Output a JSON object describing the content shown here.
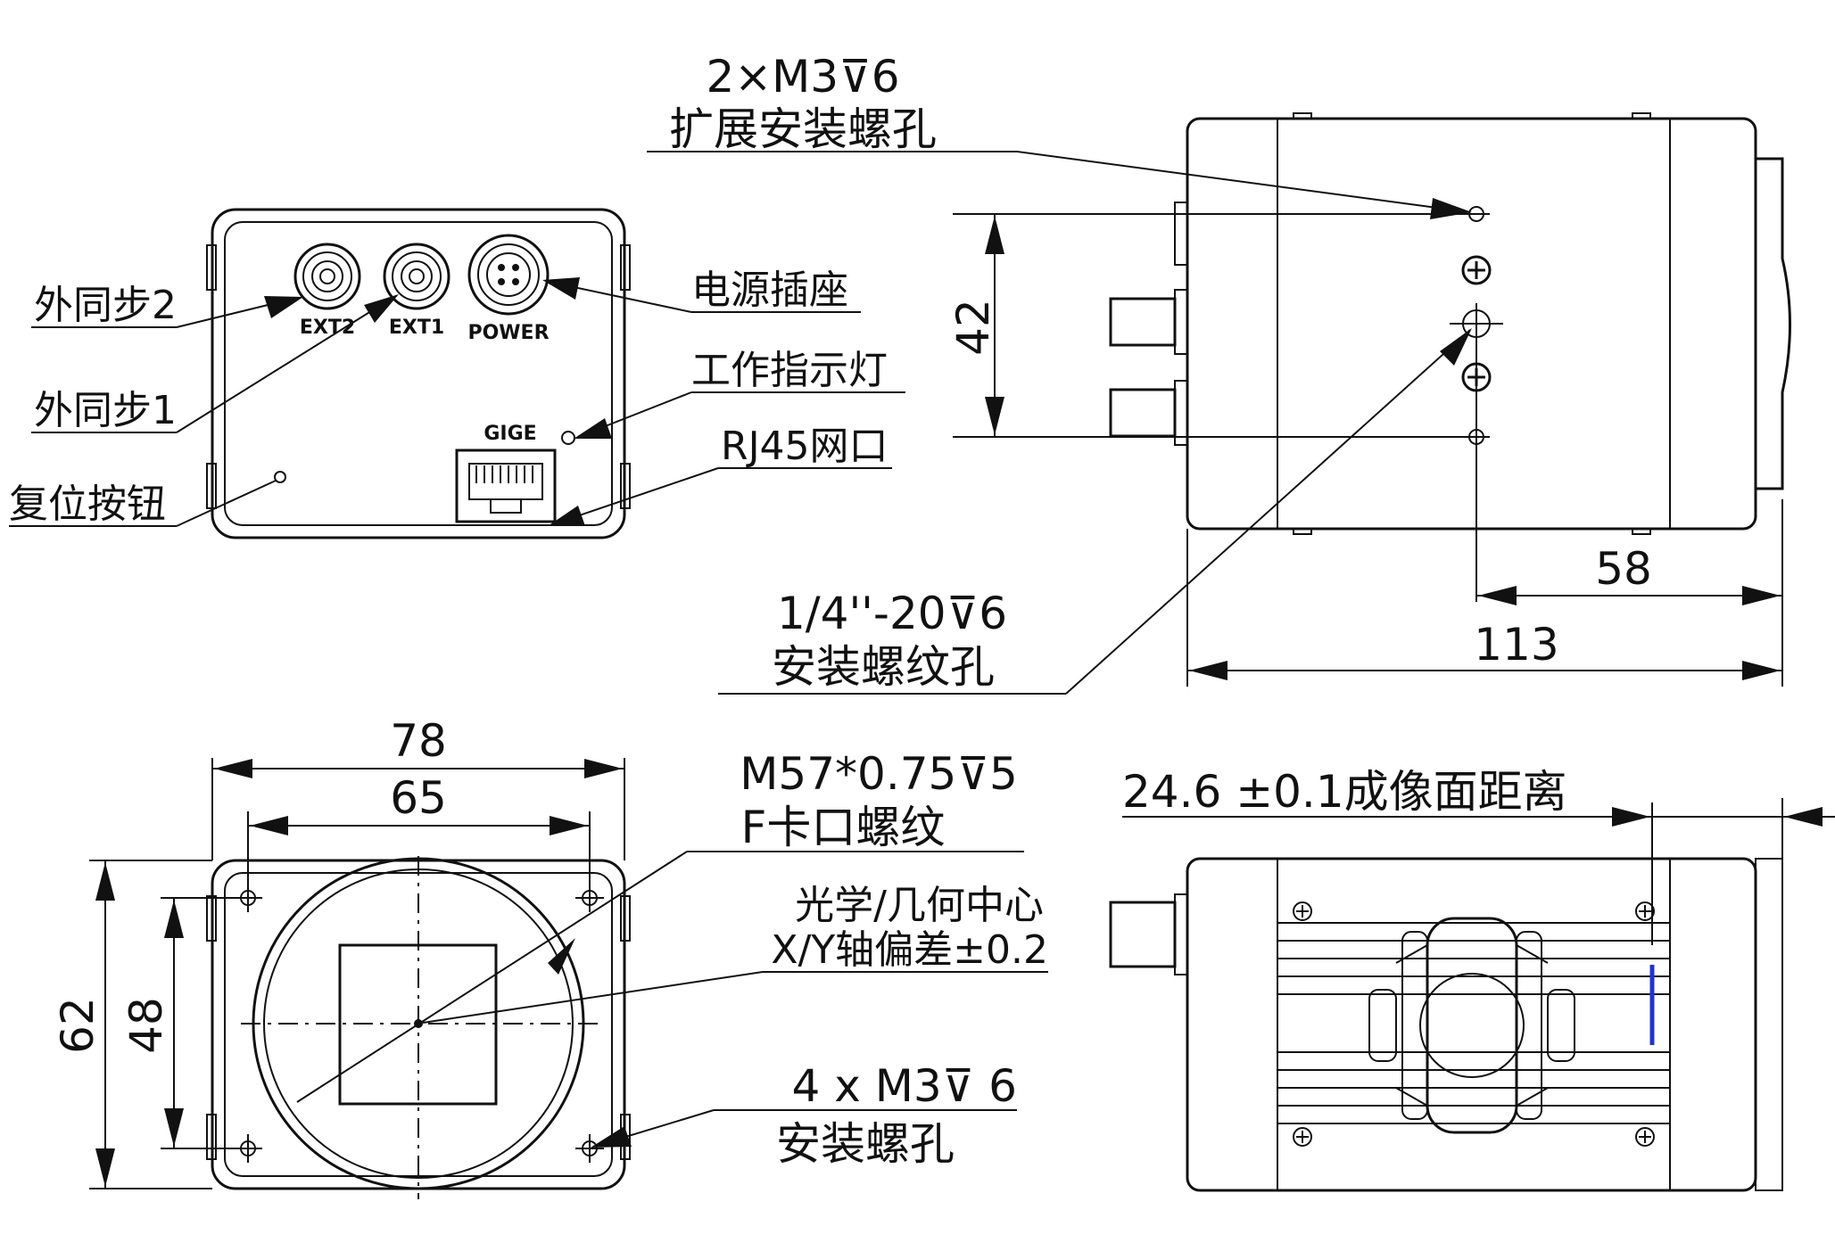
{
  "back_view": {
    "ext2": "EXT2",
    "ext1": "EXT1",
    "power": "POWER",
    "gige": "GIGE"
  },
  "labels": {
    "ext_sync_2": "外同步2",
    "ext_sync_1": "外同步1",
    "power_socket": "电源插座",
    "indicator": "工作指示灯",
    "rj45": "RJ45网口",
    "reset": "复位按钮",
    "m3_2x": "2×M3⊽6",
    "ext_mount_hole": "扩展安装螺孔",
    "quarter_inch": "1/4''-20⊽6",
    "thread_hole": "安装螺纹孔",
    "m57": "M57*0.75⊽5",
    "f_mount_thread": "F卡口螺纹",
    "optical_center": "光学/几何中心",
    "xy_deviation": "X/Y轴偏差±0.2",
    "m3_4x": "4 x  M3⊽ 6",
    "mount_hole": "安装螺孔",
    "flange_distance": "24.6 ±0.1成像面距离"
  },
  "dimensions": {
    "d42": "42",
    "d58": "58",
    "d113": "113",
    "d78": "78",
    "d65": "65",
    "d62": "62",
    "d48": "48"
  }
}
